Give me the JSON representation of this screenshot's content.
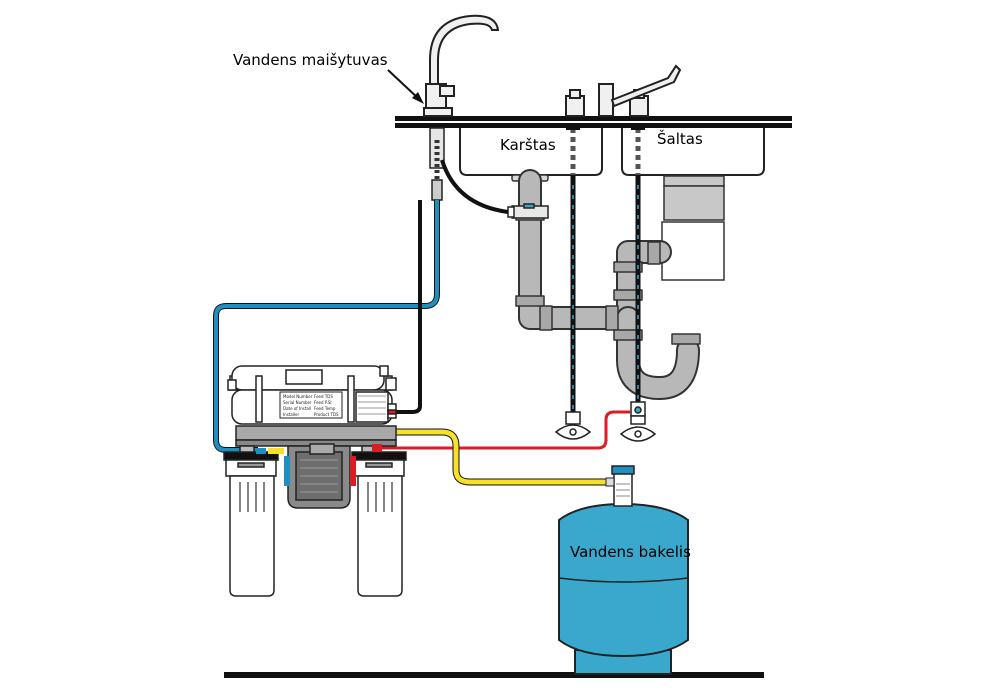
{
  "labels": {
    "faucet": "Vandens maišytuvas",
    "hot": "Karštas",
    "cold": "Šaltas",
    "tank": "Vandens bakelis"
  },
  "membrane_label": {
    "rows": [
      [
        "Model Number",
        "Feed TDS"
      ],
      [
        "Serial Number",
        "Feed P.SI"
      ],
      [
        "Date of Install",
        "Feed Temp"
      ],
      [
        "Installer",
        "Product TDS"
      ]
    ]
  },
  "colors": {
    "tank": "#3aa8cc",
    "blue_tube": "#1f8fc0",
    "red_tube": "#d81d24",
    "yellow_tube": "#f5e02a",
    "black_tube": "#111111",
    "pipe_gray": "#b8b8b8"
  }
}
